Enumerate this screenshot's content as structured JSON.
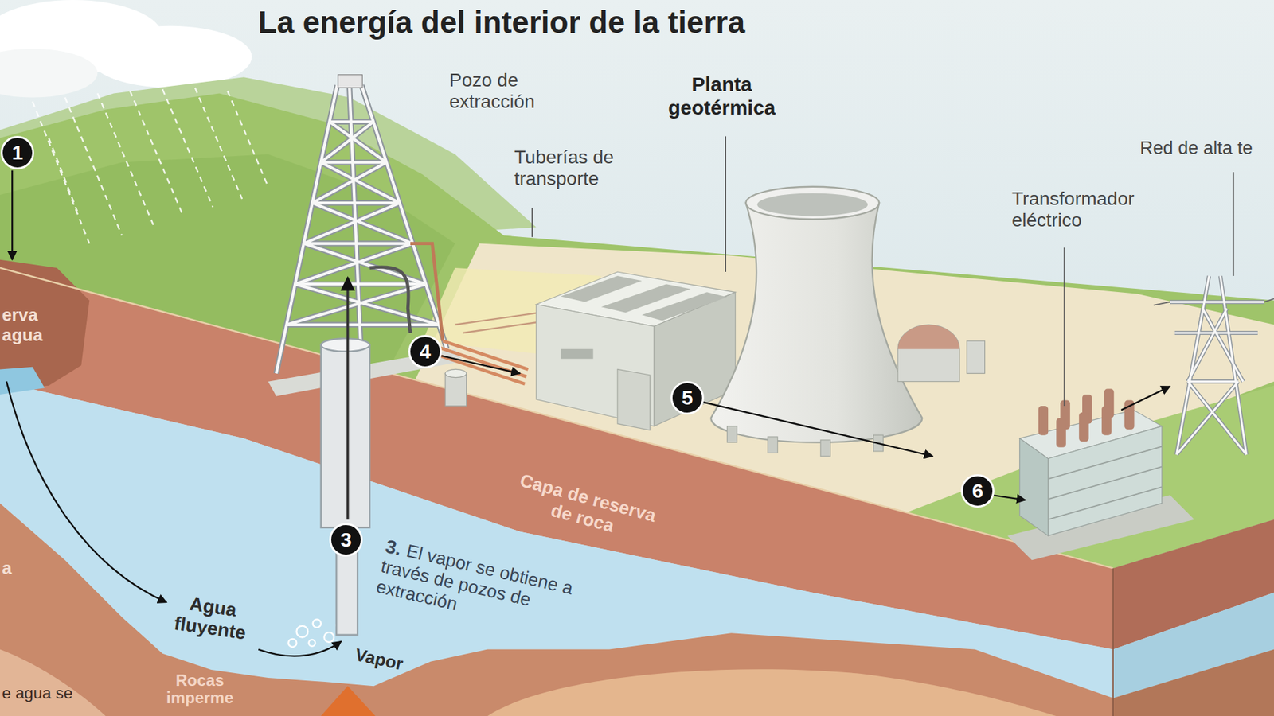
{
  "diagram": {
    "title": "La energía del interior de la tierra",
    "nodes": [
      {
        "text": [
          "1"
        ]
      },
      {
        "text": [
          "4"
        ]
      },
      {
        "text": [
          "5"
        ]
      },
      {
        "text": [
          "6"
        ]
      },
      {
        "text": [
          "3"
        ]
      }
    ],
    "labels": [
      "Pozo de extracción",
      "Planta geotérmica",
      "Red de alta te",
      "Tuberías de transporte",
      "Transformador eléctrico",
      "erva agua",
      "Capa de reserva de roca",
      "3.",
      "El vapor se obtiene a través de pozos de extracción",
      "Agua fluyente",
      "Vapor",
      "Rocas imperme",
      "e agua se",
      "a"
    ]
  }
}
